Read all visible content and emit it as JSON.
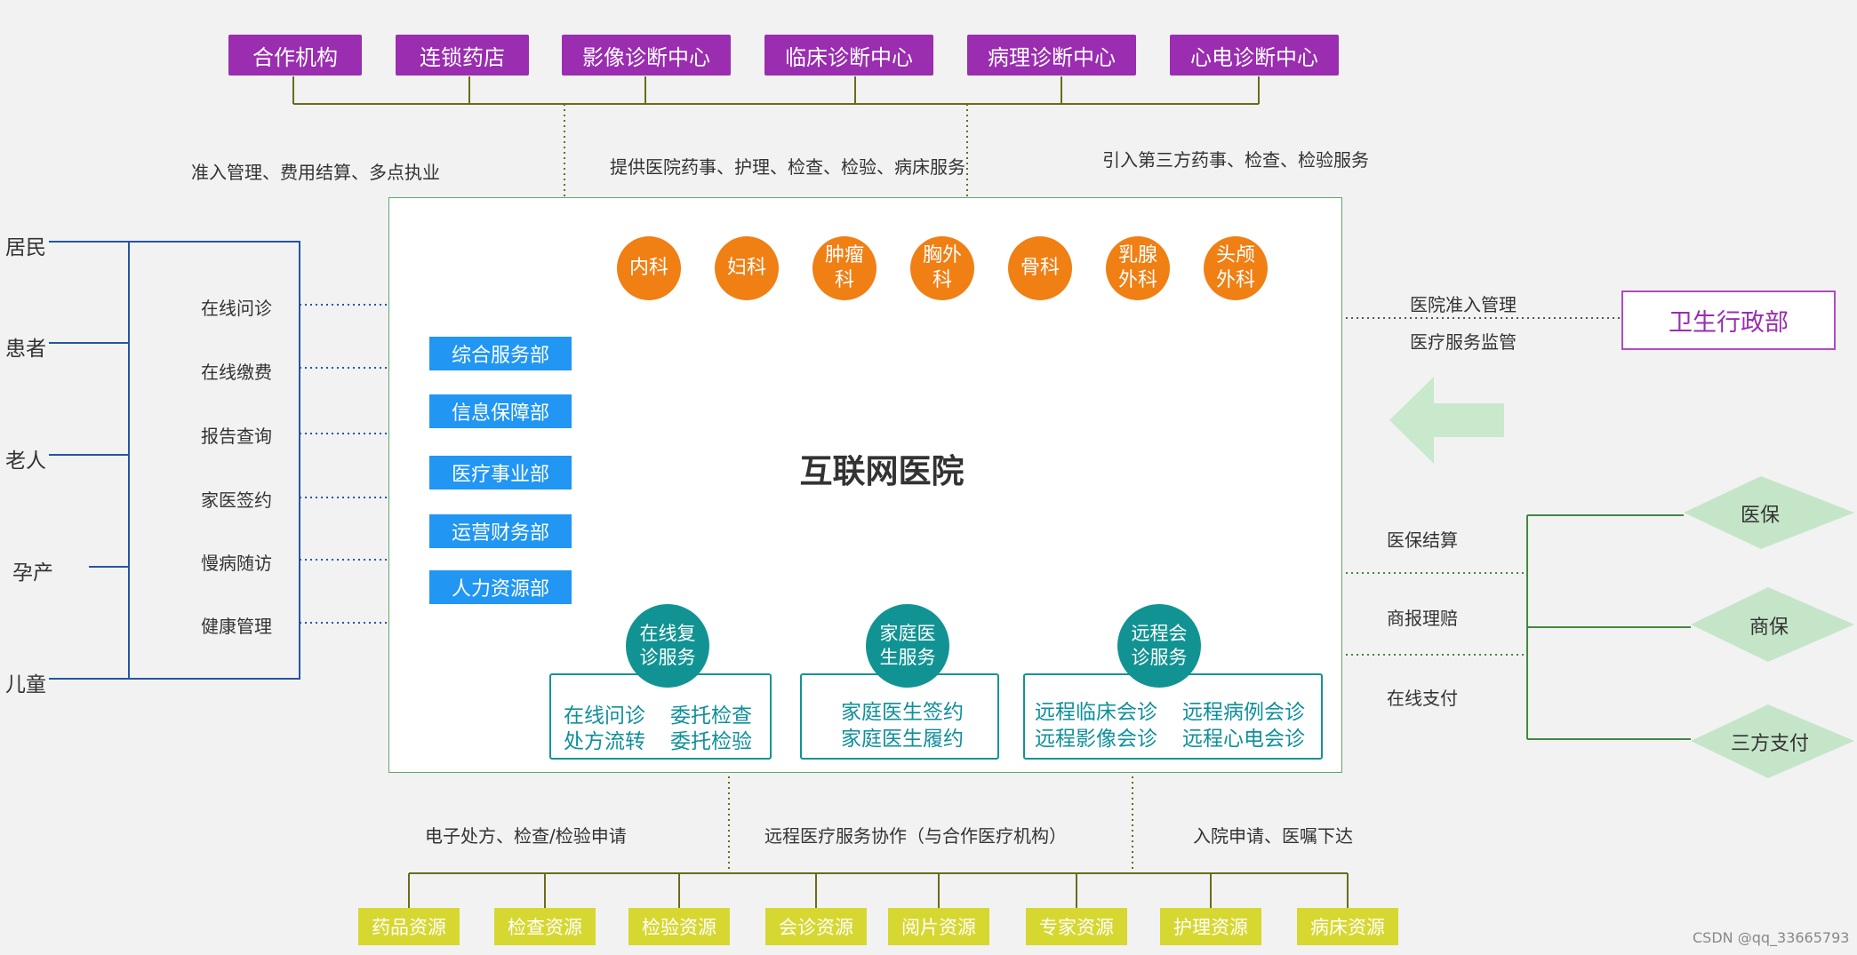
{
  "partners": [
    "合作机构",
    "连锁药店",
    "影像诊断中心",
    "临床诊断中心",
    "病理诊断中心",
    "心电诊断中心"
  ],
  "top_notes": [
    "准入管理、费用结算、多点执业",
    "提供医院药事、护理、检查、检验、病床服务",
    "引入第三方药事、检查、检验服务"
  ],
  "people": [
    "居民",
    "患者",
    "老人",
    "孕产",
    "儿童"
  ],
  "patient_services": [
    "在线问诊",
    "在线缴费",
    "报告查询",
    "家医签约",
    "慢病随访",
    "健康管理"
  ],
  "departments": [
    "内科",
    "妇科",
    "肿瘤\n科",
    "胸外\n科",
    "骨科",
    "乳腺\n外科",
    "头颅\n外科"
  ],
  "divisions": [
    "综合服务部",
    "信息保障部",
    "医疗事业部",
    "运营财务部",
    "人力资源部"
  ],
  "center_title": "互联网医院",
  "service_groups": [
    {
      "name": "在线复\n诊服务",
      "items": [
        "在线问诊",
        "委托检查",
        "处方流转",
        "委托检验"
      ]
    },
    {
      "name": "家庭医\n生服务",
      "items": [
        "家庭医生签约",
        "家庭医生履约"
      ]
    },
    {
      "name": "远程会\n诊服务",
      "items": [
        "远程临床会诊",
        "远程病例会诊",
        "远程影像会诊",
        "远程心电会诊"
      ]
    }
  ],
  "regulator": {
    "name": "卫生行政部",
    "notes": [
      "医院准入管理",
      "医疗服务监管"
    ]
  },
  "payments": {
    "labels": [
      "医保结算",
      "商报理赔",
      "在线支付"
    ],
    "payers": [
      "医保",
      "商保",
      "三方支付"
    ]
  },
  "bottom_notes": [
    "电子处方、检查/检验申请",
    "远程医疗服务协作（与合作医疗机构）",
    "入院申请、医嘱下达"
  ],
  "resources": [
    "药品资源",
    "检查资源",
    "检验资源",
    "会诊资源",
    "阅片资源",
    "专家资源",
    "护理资源",
    "病床资源"
  ],
  "watermark": "CSDN @qq_33665793",
  "colors": {
    "partner": "#9a2db0",
    "department": "#f07f14",
    "division": "#2196f3",
    "service": "#129393",
    "resource": "#d7d732",
    "payer": "#c5e5c9",
    "arrow": "#c8e9cc",
    "panel_border": "#62a66c",
    "people_line": "#2456a4",
    "bar_orange": "#f7a41d"
  }
}
